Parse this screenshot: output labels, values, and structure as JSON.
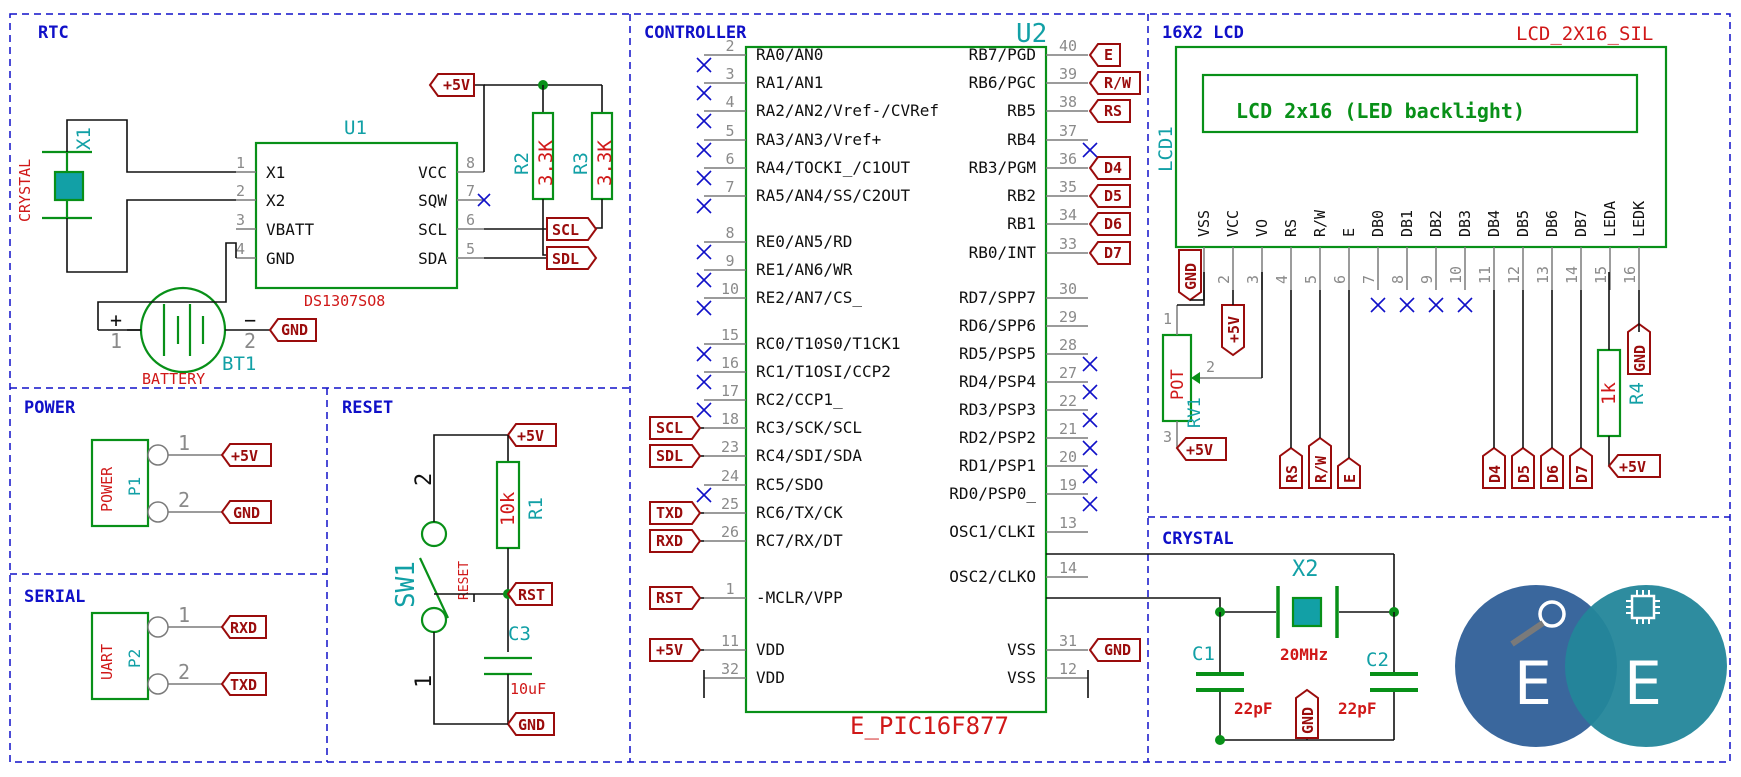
{
  "sections": {
    "rtc": "RTC",
    "controller": "CONTROLLER",
    "lcd": "16X2 LCD",
    "power": "POWER",
    "reset": "RESET",
    "serial": "SERIAL",
    "crystal": "CRYSTAL"
  },
  "rtc": {
    "x1_ref": "X1",
    "x1_value": "CRYSTAL",
    "u1_ref": "U1",
    "u1_value": "DS1307SO8",
    "u1_pins_left": [
      {
        "num": "1",
        "name": "X1"
      },
      {
        "num": "2",
        "name": "X2"
      },
      {
        "num": "3",
        "name": "VBATT"
      },
      {
        "num": "4",
        "name": "GND"
      }
    ],
    "u1_pins_right": [
      {
        "num": "8",
        "name": "VCC"
      },
      {
        "num": "7",
        "name": "SQW"
      },
      {
        "num": "6",
        "name": "SCL"
      },
      {
        "num": "5",
        "name": "SDA"
      }
    ],
    "r2_ref": "R2",
    "r2_value": "3.3K",
    "r3_ref": "R3",
    "r3_value": "3.3K",
    "bt1_ref": "BT1",
    "bt1_value": "BATTERY",
    "bt_plus": "+",
    "bt_minus": "−",
    "bt_pin1": "1",
    "bt_pin2": "2",
    "label_5v": "+5V",
    "label_scl": "SCL",
    "label_sdl": "SDL",
    "label_gnd": "GND"
  },
  "power": {
    "p1_value": "POWER",
    "p1_ref": "P1",
    "pin1": "1",
    "pin2": "2",
    "label_5v": "+5V",
    "label_gnd": "GND"
  },
  "serial": {
    "p2_value": "UART",
    "p2_ref": "P2",
    "pin1": "1",
    "pin2": "2",
    "label_rxd": "RXD",
    "label_txd": "TXD"
  },
  "reset": {
    "sw1_ref": "SW1",
    "sw1_value": "RESET",
    "sw_pin2": "2",
    "sw_pin1": "1",
    "r1_ref": "R1",
    "r1_value": "10k",
    "c3_ref": "C3",
    "c3_value": "10uF",
    "label_5v": "+5V",
    "label_rst": "RST",
    "label_gnd": "GND"
  },
  "controller": {
    "u2_ref": "U2",
    "u2_value": "E_PIC16F877",
    "pins_left": [
      {
        "num": "2",
        "name": "RA0/AN0",
        "nc": true,
        "label": ""
      },
      {
        "num": "3",
        "name": "RA1/AN1",
        "nc": true,
        "label": ""
      },
      {
        "num": "4",
        "name": "RA2/AN2/Vref-/CVRef",
        "nc": true,
        "label": ""
      },
      {
        "num": "5",
        "name": "RA3/AN3/Vref+",
        "nc": true,
        "label": ""
      },
      {
        "num": "6",
        "name": "RA4/TOCKI_/C1OUT",
        "nc": true,
        "label": ""
      },
      {
        "num": "7",
        "name": "RA5/AN4/SS/C2OUT",
        "nc": true,
        "label": ""
      },
      {
        "num": "8",
        "name": "RE0/AN5/RD",
        "nc": true,
        "label": ""
      },
      {
        "num": "9",
        "name": "RE1/AN6/WR",
        "nc": true,
        "label": ""
      },
      {
        "num": "10",
        "name": "RE2/AN7/CS_",
        "nc": true,
        "label": ""
      },
      {
        "num": "15",
        "name": "RC0/T10S0/T1CK1",
        "nc": true,
        "label": ""
      },
      {
        "num": "16",
        "name": "RC1/T1OSI/CCP2",
        "nc": true,
        "label": ""
      },
      {
        "num": "17",
        "name": "RC2/CCP1_",
        "nc": true,
        "label": ""
      },
      {
        "num": "18",
        "name": "RC3/SCK/SCL",
        "nc": false,
        "label": "SCL"
      },
      {
        "num": "23",
        "name": "RC4/SDI/SDA",
        "nc": false,
        "label": "SDL"
      },
      {
        "num": "24",
        "name": "RC5/SDO",
        "nc": true,
        "label": ""
      },
      {
        "num": "25",
        "name": "RC6/TX/CK",
        "nc": false,
        "label": "TXD"
      },
      {
        "num": "26",
        "name": "RC7/RX/DT",
        "nc": false,
        "label": "RXD"
      },
      {
        "num": "1",
        "name": "-MCLR/VPP",
        "nc": false,
        "label": "RST"
      },
      {
        "num": "11",
        "name": "VDD",
        "nc": false,
        "label": "+5V"
      },
      {
        "num": "32",
        "name": "VDD",
        "nc": false,
        "label": ""
      }
    ],
    "pins_right": [
      {
        "num": "40",
        "name": "RB7/PGD",
        "nc": false,
        "label": "E"
      },
      {
        "num": "39",
        "name": "RB6/PGC",
        "nc": false,
        "label": "R/W"
      },
      {
        "num": "38",
        "name": "RB5",
        "nc": false,
        "label": "RS"
      },
      {
        "num": "37",
        "name": "RB4",
        "nc": true,
        "label": ""
      },
      {
        "num": "36",
        "name": "RB3/PGM",
        "nc": false,
        "label": "D4"
      },
      {
        "num": "35",
        "name": "RB2",
        "nc": false,
        "label": "D5"
      },
      {
        "num": "34",
        "name": "RB1",
        "nc": false,
        "label": "D6"
      },
      {
        "num": "33",
        "name": "RB0/INT",
        "nc": false,
        "label": "D7"
      },
      {
        "num": "30",
        "name": "RD7/SPP7",
        "nc": false,
        "label": ""
      },
      {
        "num": "29",
        "name": "RD6/SPP6",
        "nc": false,
        "label": ""
      },
      {
        "num": "28",
        "name": "RD5/PSP5",
        "nc": true,
        "label": ""
      },
      {
        "num": "27",
        "name": "RD4/PSP4",
        "nc": true,
        "label": ""
      },
      {
        "num": "22",
        "name": "RD3/PSP3",
        "nc": true,
        "label": ""
      },
      {
        "num": "21",
        "name": "RD2/PSP2",
        "nc": true,
        "label": ""
      },
      {
        "num": "20",
        "name": "RD1/PSP1",
        "nc": true,
        "label": ""
      },
      {
        "num": "19",
        "name": "RD0/PSP0_",
        "nc": true,
        "label": ""
      },
      {
        "num": "13",
        "name": "OSC1/CLKI",
        "nc": false,
        "label": ""
      },
      {
        "num": "14",
        "name": "OSC2/CLKO",
        "nc": false,
        "label": ""
      },
      {
        "num": "31",
        "name": "VSS",
        "nc": false,
        "label": "GND"
      },
      {
        "num": "12",
        "name": "VSS",
        "nc": false,
        "label": ""
      }
    ]
  },
  "lcd": {
    "module_name": "LCD_2X16_SIL",
    "ref": "LCD1",
    "screen_text": "LCD 2x16 (LED backlight)",
    "pins": [
      {
        "num": "1",
        "name": "VSS"
      },
      {
        "num": "2",
        "name": "VCC"
      },
      {
        "num": "3",
        "name": "VO"
      },
      {
        "num": "4",
        "name": "RS"
      },
      {
        "num": "5",
        "name": "R/W"
      },
      {
        "num": "6",
        "name": "E"
      },
      {
        "num": "7",
        "name": "DB0"
      },
      {
        "num": "8",
        "name": "DB1"
      },
      {
        "num": "9",
        "name": "DB2"
      },
      {
        "num": "10",
        "name": "DB3"
      },
      {
        "num": "11",
        "name": "DB4"
      },
      {
        "num": "12",
        "name": "DB5"
      },
      {
        "num": "13",
        "name": "DB6"
      },
      {
        "num": "14",
        "name": "DB7"
      },
      {
        "num": "15",
        "name": "LEDA"
      },
      {
        "num": "16",
        "name": "LEDK"
      }
    ],
    "pin_labels": {
      "1": "GND",
      "2": "+5V",
      "4": "RS",
      "5": "R/W",
      "6": "E",
      "11": "D4",
      "12": "D5",
      "13": "D6",
      "14": "D7",
      "16": "GND"
    },
    "rv1_ref": "RV1",
    "rv1_value": "POT",
    "rv1_pins": [
      "1",
      "2",
      "3"
    ],
    "rv1_label_5v": "+5V",
    "r4_ref": "R4",
    "r4_value": "1k",
    "r4_label_5v": "+5V"
  },
  "crystal": {
    "x2_ref": "X2",
    "x2_value": "20MHz",
    "c1_ref": "C1",
    "c1_value": "22pF",
    "c2_ref": "C2",
    "c2_value": "22pF",
    "label_gnd": "GND"
  },
  "logo": {
    "left_letter": "E",
    "right_letter": "E",
    "left_color": "#2f5f98",
    "right_color": "#23869a"
  },
  "colors": {
    "wire": "#101010",
    "component": "#089018",
    "reference": "#12a0a6",
    "value": "#d01818",
    "net_label": "#9a0c0c",
    "section": "#1010c8",
    "no_connect": "#1010c8"
  }
}
